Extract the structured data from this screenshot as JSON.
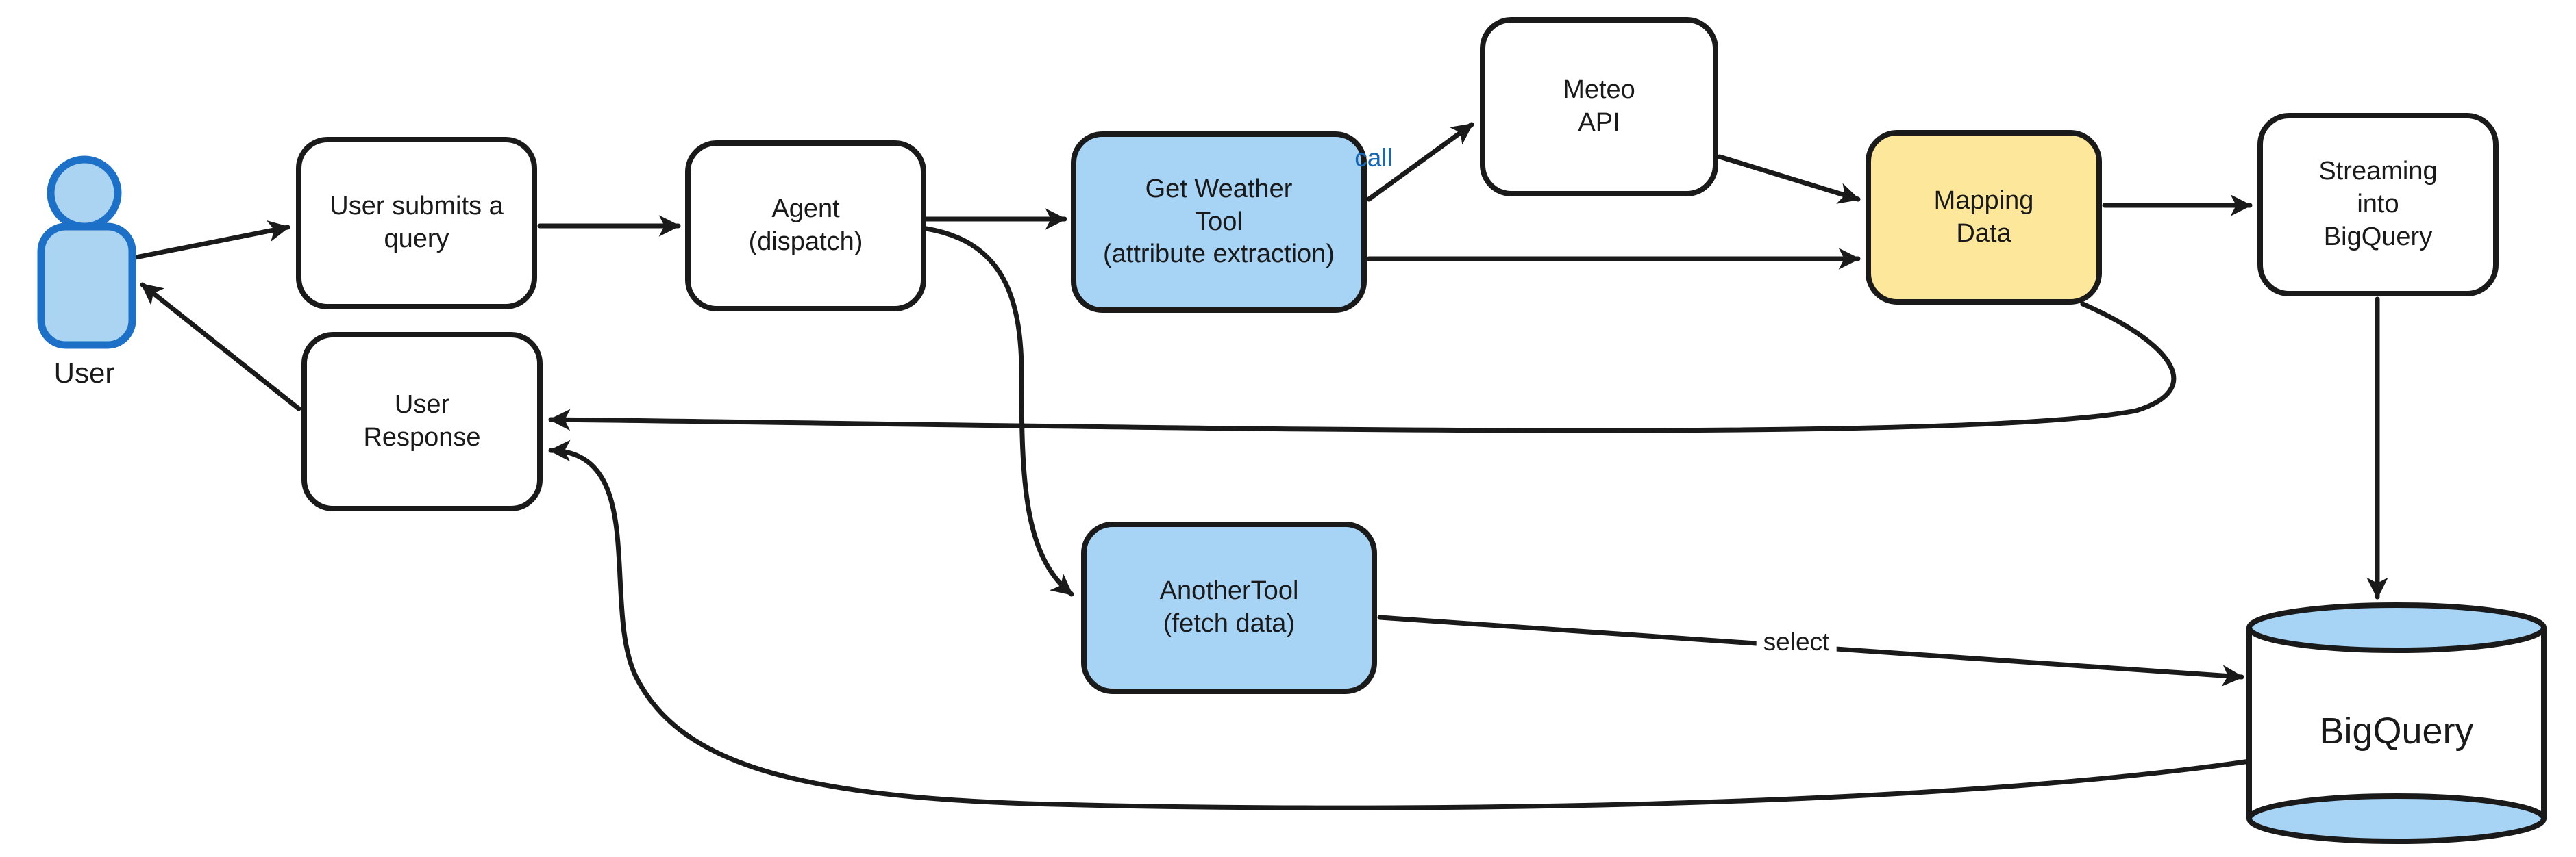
{
  "diagram": {
    "title": "Agent weather-query flow with BigQuery",
    "colors": {
      "background": "#ffffff",
      "node_blue": "#a7d3f5",
      "node_yellow": "#fce79b",
      "node_white": "#ffffff",
      "stroke": "#1a1a1a",
      "actor_fill": "#abd4f2",
      "actor_stroke": "#1d70c8",
      "call_label": "#1966b4"
    },
    "nodes": {
      "user_actor": {
        "label": "User",
        "shape": "person-icon"
      },
      "user_query": {
        "lines": [
          "User submits a",
          "query"
        ],
        "fill": "white"
      },
      "agent": {
        "lines": [
          "Agent",
          "(dispatch)"
        ],
        "fill": "white"
      },
      "get_weather": {
        "lines": [
          "Get Weather",
          "Tool",
          "(attribute extraction)"
        ],
        "fill": "blue"
      },
      "meteo": {
        "lines": [
          "Meteo",
          "API"
        ],
        "fill": "white"
      },
      "mapping": {
        "lines": [
          "Mapping",
          "Data"
        ],
        "fill": "yellow"
      },
      "streaming": {
        "lines": [
          "Streaming",
          "into",
          "BigQuery"
        ],
        "fill": "white"
      },
      "user_response": {
        "lines": [
          "User",
          "Response"
        ],
        "fill": "white"
      },
      "another_tool": {
        "lines": [
          "AnotherTool",
          "(fetch data)"
        ],
        "fill": "blue"
      },
      "bigquery": {
        "label": "BigQuery",
        "shape": "cylinder"
      }
    },
    "edges": [
      {
        "from": "user_actor",
        "to": "user_query",
        "label": ""
      },
      {
        "from": "user_query",
        "to": "agent",
        "label": ""
      },
      {
        "from": "agent",
        "to": "get_weather",
        "label": ""
      },
      {
        "from": "agent",
        "to": "another_tool",
        "label": ""
      },
      {
        "from": "get_weather",
        "to": "meteo",
        "label": "call"
      },
      {
        "from": "meteo",
        "to": "mapping",
        "label": ""
      },
      {
        "from": "get_weather",
        "to": "mapping",
        "label": ""
      },
      {
        "from": "mapping",
        "to": "streaming",
        "label": ""
      },
      {
        "from": "streaming",
        "to": "bigquery",
        "label": ""
      },
      {
        "from": "mapping",
        "to": "user_response",
        "label": ""
      },
      {
        "from": "another_tool",
        "to": "bigquery",
        "label": "select"
      },
      {
        "from": "bigquery",
        "to": "user_response",
        "label": ""
      },
      {
        "from": "user_response",
        "to": "user_actor",
        "label": ""
      }
    ],
    "edge_labels": {
      "call": "call",
      "select": "select"
    }
  }
}
